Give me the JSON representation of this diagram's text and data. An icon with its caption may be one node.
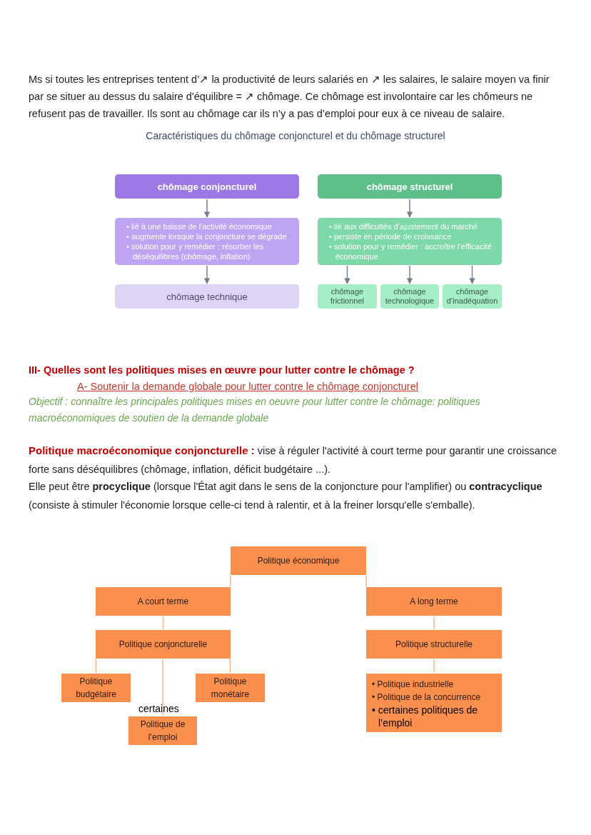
{
  "diagram": {
    "nodes": [
      {
        "text": [
          "chômage conjoncturel"
        ]
      },
      {
        "text": [
          "• lié à une baisse de l’activité économique",
          "• augmente lorsque la conjoncture se dégrade",
          "• solution pour y remédier : résorber les déséquilibres (chômage, inflation)"
        ]
      },
      {
        "text": [
          "chômage technique"
        ]
      },
      {
        "text": [
          "chômage structurel"
        ]
      },
      {
        "text": [
          "• lié aux difficultés d’ajustement du marché",
          "• persiste en période de croissance",
          "• solution pour y remédier : accroître l’efficacité économique"
        ]
      },
      {
        "text": [
          "chômage frictionnel"
        ]
      },
      {
        "text": [
          "chômage technologique"
        ]
      },
      {
        "text": [
          "chômage d’inadéquation"
        ]
      },
      {
        "text": [
          "Politique économique"
        ]
      },
      {
        "text": [
          "A court terme"
        ]
      },
      {
        "text": [
          "A long terme"
        ]
      },
      {
        "text": [
          "Politique conjoncturelle"
        ]
      },
      {
        "text": [
          "Politique structurelle"
        ]
      },
      {
        "text": [
          "Politique budgétaire"
        ]
      },
      {
        "text": [
          "Politique monétaire"
        ]
      },
      {
        "text": [
          "Politique de l’emploi"
        ],
        "beside": [
          "certaines"
        ]
      },
      {
        "text": [
          "• Politique industrielle",
          "• Politique de la concurrence",
          "• certaines politiques de l’emploi"
        ]
      }
    ],
    "edges": [
      {
        "from": 0,
        "to": 1,
        "arrow": "to",
        "color": "#6e7d8f"
      },
      {
        "from": 1,
        "to": 2,
        "arrow": "to",
        "color": "#6e7d8f"
      },
      {
        "from": 3,
        "to": 4,
        "arrow": "to",
        "color": "#6e7d8f"
      },
      {
        "from": 4,
        "to": 5,
        "arrow": "to",
        "color": "#6e7d8f"
      },
      {
        "from": 4,
        "to": 6,
        "arrow": "to",
        "color": "#6e7d8f"
      },
      {
        "from": 4,
        "to": 7,
        "arrow": "to",
        "color": "#6e7d8f"
      },
      {
        "from": 8,
        "to": 9,
        "arrow": "none"
      },
      {
        "from": 8,
        "to": 10,
        "arrow": "none"
      },
      {
        "from": 9,
        "to": 11,
        "arrow": "none"
      },
      {
        "from": 10,
        "to": 12,
        "arrow": "none"
      },
      {
        "from": 11,
        "to": 13,
        "arrow": "none"
      },
      {
        "from": 11,
        "to": 14,
        "arrow": "none"
      },
      {
        "from": 11,
        "to": 15,
        "arrow": "none"
      },
      {
        "from": 12,
        "to": 16,
        "arrow": "none"
      }
    ],
    "labels": [
      "Ms si toutes les entreprises tentent d’↗ la productivité de leurs salariés en ↗ les salaires, le salaire moyen va finir par se situer au dessus du salaire d'équilibre = ↗ chômage. Ce chômage est involontaire car les chômeurs ne refusent pas de travailler. Ils sont au chômage car ils n’y a pas d’emploi pour eux à ce niveau de salaire.",
      "Caractéristiques du chômage conjoncturel et du chômage structurel",
      "III- Quelles sont les politiques mises en œuvre pour lutter contre le chômage ?",
      "A- Soutenir la demande globale pour lutter contre le chômage conjoncturel",
      "Objectif : connaître les principales politiques mises en oeuvre pour lutter contre le chômage: politiques macroéconomiques de soutien de la demande globale",
      "**Politique macroéconomique conjoncturelle :** vise à réguler l'activité à court terme pour garantir une croissance forte sans déséquilibres (chômage, inflation, déficit budgétaire ...).",
      "Elle peut être **procyclique** (lorsque l'État agit dans le sens de la conjoncture pour l'amplifier) ou **contracyclique** (consiste à stimuler l'économie lorsque celle-ci tend à ralentir, et à la freiner lorsqu'elle s'emballe)."
    ]
  }
}
